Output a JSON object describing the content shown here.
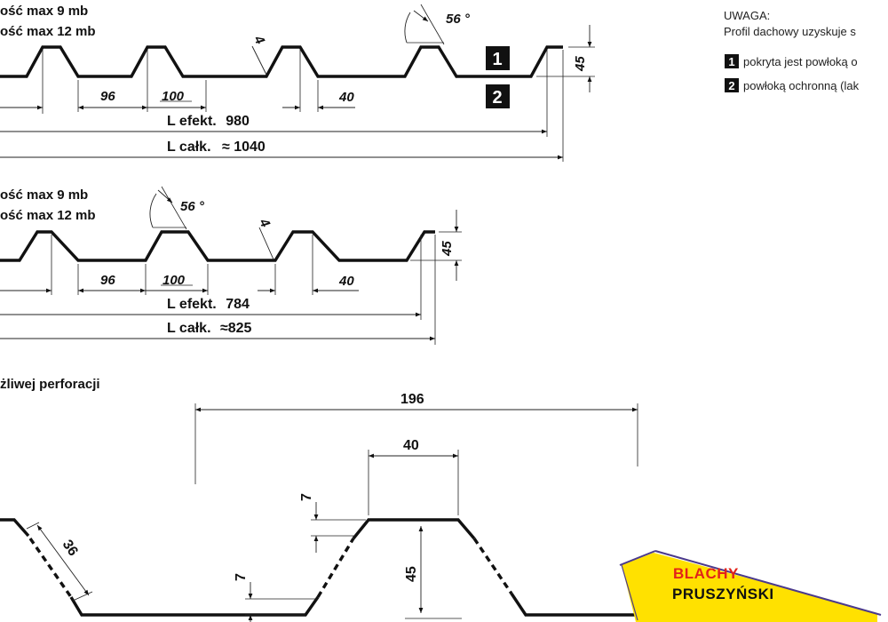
{
  "profile_top": {
    "header_line1": "ość max 9 mb",
    "header_line2": "ość max 12 mb",
    "angle": "56 °",
    "thickness": "4",
    "height": "45",
    "dim_96": "96",
    "dim_100": "100",
    "dim_40": "40",
    "l_efekt_label": "L efekt.",
    "l_efekt_value": "980",
    "l_calk_label": "L całk.",
    "l_calk_value": "≈  1040",
    "badge_1": "1",
    "badge_2": "2"
  },
  "profile_middle": {
    "header_line1": "ość max 9 mb",
    "header_line2": "ość max 12 mb",
    "angle": "56 °",
    "thickness": "4",
    "height": "45",
    "dim_96": "96",
    "dim_100": "100",
    "dim_40": "40",
    "l_efekt_label": "L efekt.",
    "l_efekt_value": "784",
    "l_calk_label": "L całk.",
    "l_calk_value": "≈825"
  },
  "perforation": {
    "title": "żliwej perforacji",
    "dim_196": "196",
    "dim_40": "40",
    "dim_7a": "7",
    "dim_7b": "7",
    "dim_36": "36",
    "dim_45": "45"
  },
  "notes": {
    "title": "UWAGA:",
    "line1": "Profil dachowy uzyskuje s",
    "item1_badge": "1",
    "item1_text": "pokryta jest powłoką o",
    "item2_badge": "2",
    "item2_text": "powłoką ochronną (lak"
  },
  "logo": {
    "line1": "BLACHY",
    "line2": "PRUSZYŃSKI",
    "color_red": "#e2231a",
    "color_yellow": "#ffe100",
    "color_purple": "#4b3a8c"
  }
}
